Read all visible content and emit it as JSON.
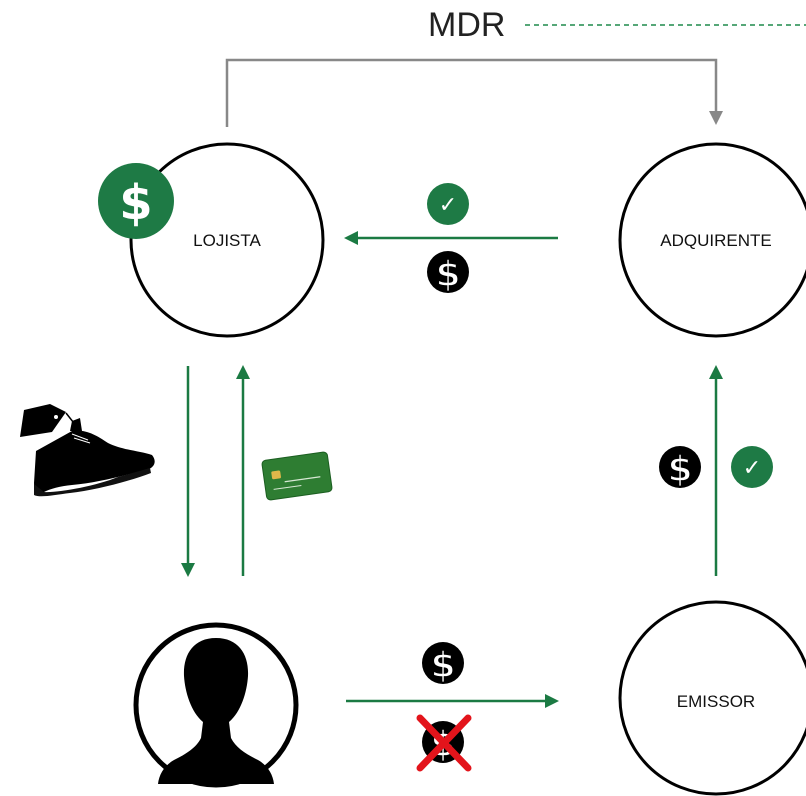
{
  "title": "MDR",
  "nodes": {
    "lojista": "LOJISTA",
    "adquirente": "ADQUIRENTE",
    "emissor": "EMISSOR"
  },
  "symbols": {
    "dollar": "$",
    "check": "✓"
  },
  "colors": {
    "green": "#1b7a43",
    "badge_green": "#1e7a45",
    "gray_line": "#888888",
    "dash_green": "#1f8a4c",
    "black": "#000000",
    "red_x": "#e3141b",
    "card_green": "#2e7d32"
  },
  "icons": {
    "merchant_badge": "dollar-badge-icon",
    "approved": "check-circle-icon",
    "payment": "dollar-coin-icon",
    "denied_payment": "crossed-dollar-icon",
    "product": "shoe-with-tag-icon",
    "card": "credit-card-icon",
    "customer": "person-silhouette-icon"
  }
}
